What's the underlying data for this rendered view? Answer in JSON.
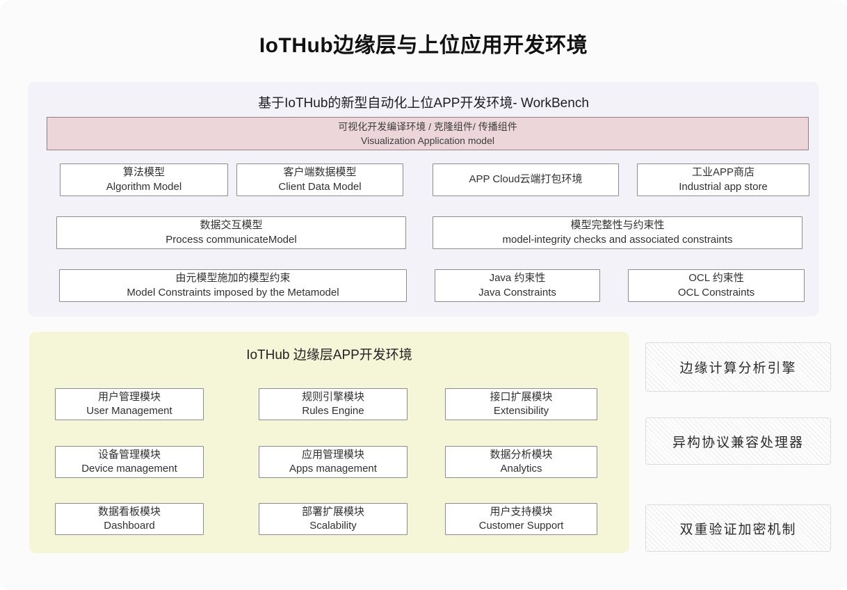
{
  "page": {
    "title": "IoTHub边缘层与上位应用开发环境"
  },
  "workbench": {
    "title": "基于IoTHub的新型自动化上位APP开发环境- WorkBench",
    "banner": {
      "line1": "可视化开发编译环境 / 克隆组件/ 传播组件",
      "line2": "Visualization Application model"
    },
    "row1": [
      {
        "zh": "算法模型",
        "en": "Algorithm Model"
      },
      {
        "zh": "客户端数据模型",
        "en": "Client Data Model"
      },
      {
        "zh": "APP Cloud云端打包环境"
      },
      {
        "zh": "工业APP商店",
        "en": "Industrial app store"
      }
    ],
    "row2": [
      {
        "zh": "数据交互模型",
        "en": "Process communicateModel"
      },
      {
        "zh": "模型完整性与约束性",
        "en": "model-integrity checks and associated constraints"
      }
    ],
    "row3": [
      {
        "zh": "由元模型施加的模型约束",
        "en": "Model Constraints imposed by the Metamodel"
      },
      {
        "zh": "Java 约束性",
        "en": "Java Constraints"
      },
      {
        "zh": "OCL 约束性",
        "en": "OCL Constraints"
      }
    ]
  },
  "edge": {
    "title": "IoTHub 边缘层APP开发环境",
    "modules": [
      [
        {
          "zh": "用户管理模块",
          "en": "User Management"
        },
        {
          "zh": "规则引擎模块",
          "en": "Rules Engine"
        },
        {
          "zh": "接口扩展模块",
          "en": "Extensibility"
        }
      ],
      [
        {
          "zh": "设备管理模块",
          "en": "Device management"
        },
        {
          "zh": "应用管理模块",
          "en": "Apps management"
        },
        {
          "zh": "数据分析模块",
          "en": "Analytics"
        }
      ],
      [
        {
          "zh": "数据看板模块",
          "en": "Dashboard"
        },
        {
          "zh": "部署扩展模块",
          "en": "Scalability"
        },
        {
          "zh": "用户支持模块",
          "en": "Customer Support"
        }
      ]
    ]
  },
  "side": {
    "items": [
      "边缘计算分析引擎",
      "异构协议兼容处理器",
      "双重验证加密机制"
    ]
  },
  "colors": {
    "workbench_panel": "#f3f2f9",
    "banner_fill": "#ecd6da",
    "edge_panel": "#f5f5d8",
    "box_border": "#8c8c8c"
  }
}
